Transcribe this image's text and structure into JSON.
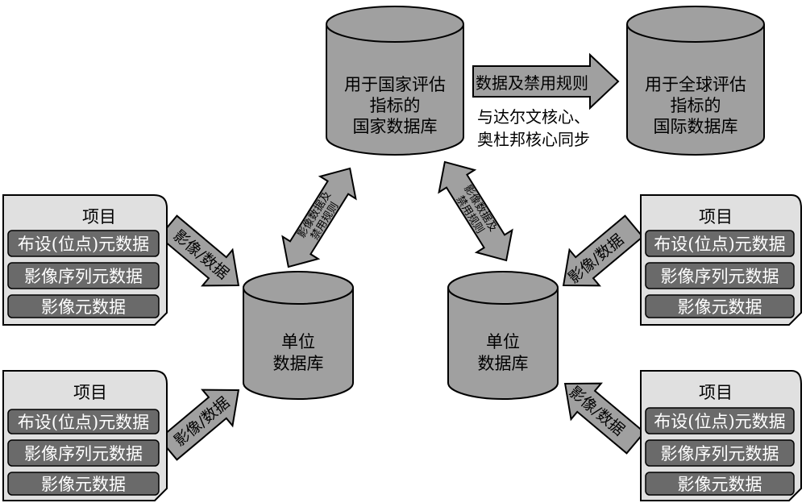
{
  "databases": {
    "national": {
      "lines": [
        "用于国家评估",
        "指标的",
        "国家数据库"
      ]
    },
    "international": {
      "lines": [
        "用于全球评估",
        "指标的",
        "国际数据库"
      ]
    },
    "unit_left": {
      "lines": [
        "单位",
        "数据库"
      ]
    },
    "unit_right": {
      "lines": [
        "单位",
        "数据库"
      ]
    }
  },
  "arrows": {
    "sync_label": "数据及禁用规则",
    "sync_note": [
      "与达尔文核心、",
      "奥杜邦核心同步"
    ],
    "left_double": [
      "影像数据及",
      "禁用规则"
    ],
    "right_double": [
      "影像数据及",
      "禁用规则"
    ],
    "image_data": "影像/数据"
  },
  "projects": [
    {
      "title": "项目",
      "rows": [
        "布设(位点)元数据",
        "影像序列元数据",
        "影像元数据"
      ]
    },
    {
      "title": "项目",
      "rows": [
        "布设(位点)元数据",
        "影像序列元数据",
        "影像元数据"
      ]
    },
    {
      "title": "项目",
      "rows": [
        "布设(位点)元数据",
        "影像序列元数据",
        "影像元数据"
      ]
    },
    {
      "title": "项目",
      "rows": [
        "布设(位点)元数据",
        "影像序列元数据",
        "影像元数据"
      ]
    }
  ]
}
